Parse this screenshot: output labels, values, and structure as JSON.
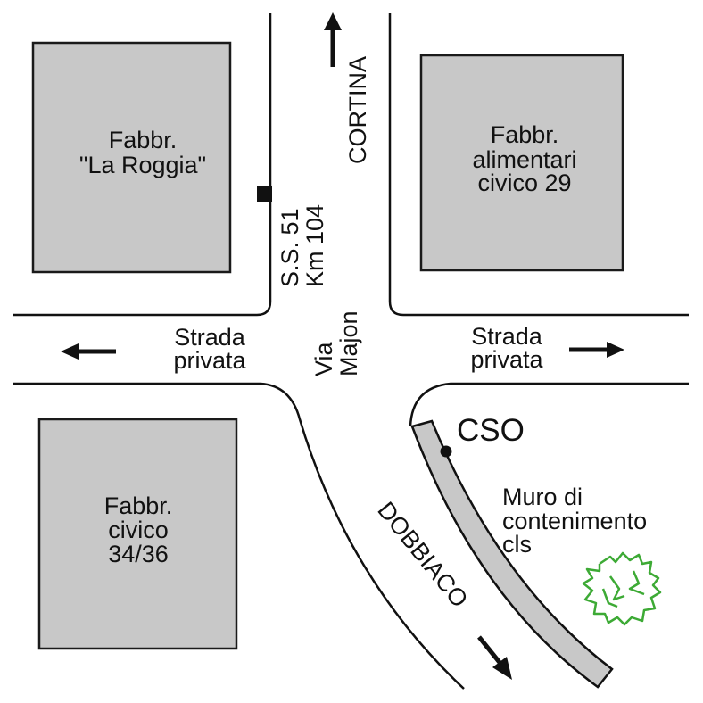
{
  "buildings": [
    {
      "lines": [
        "Fabbr.",
        "\"La Roggia\""
      ]
    },
    {
      "lines": [
        "Fabbr.",
        "alimentari",
        "civico 29"
      ]
    },
    {
      "lines": [
        "Fabbr.",
        "civico",
        "34/36"
      ]
    }
  ],
  "roads": {
    "north": "CORTINA",
    "south": "DOBBIACO",
    "main": [
      "Via",
      "Majon"
    ],
    "ss": [
      "S.S. 51",
      "Km 104"
    ],
    "private_left": [
      "Strada",
      "privata"
    ],
    "private_right": [
      "Strada",
      "privata"
    ]
  },
  "cso": {
    "label": "CSO"
  },
  "wall": {
    "lines": [
      "Muro di",
      "contenimento",
      "cls"
    ]
  },
  "colors": {
    "building": "#c8c8c8",
    "tree": "#3daa35",
    "line": "#111111"
  }
}
